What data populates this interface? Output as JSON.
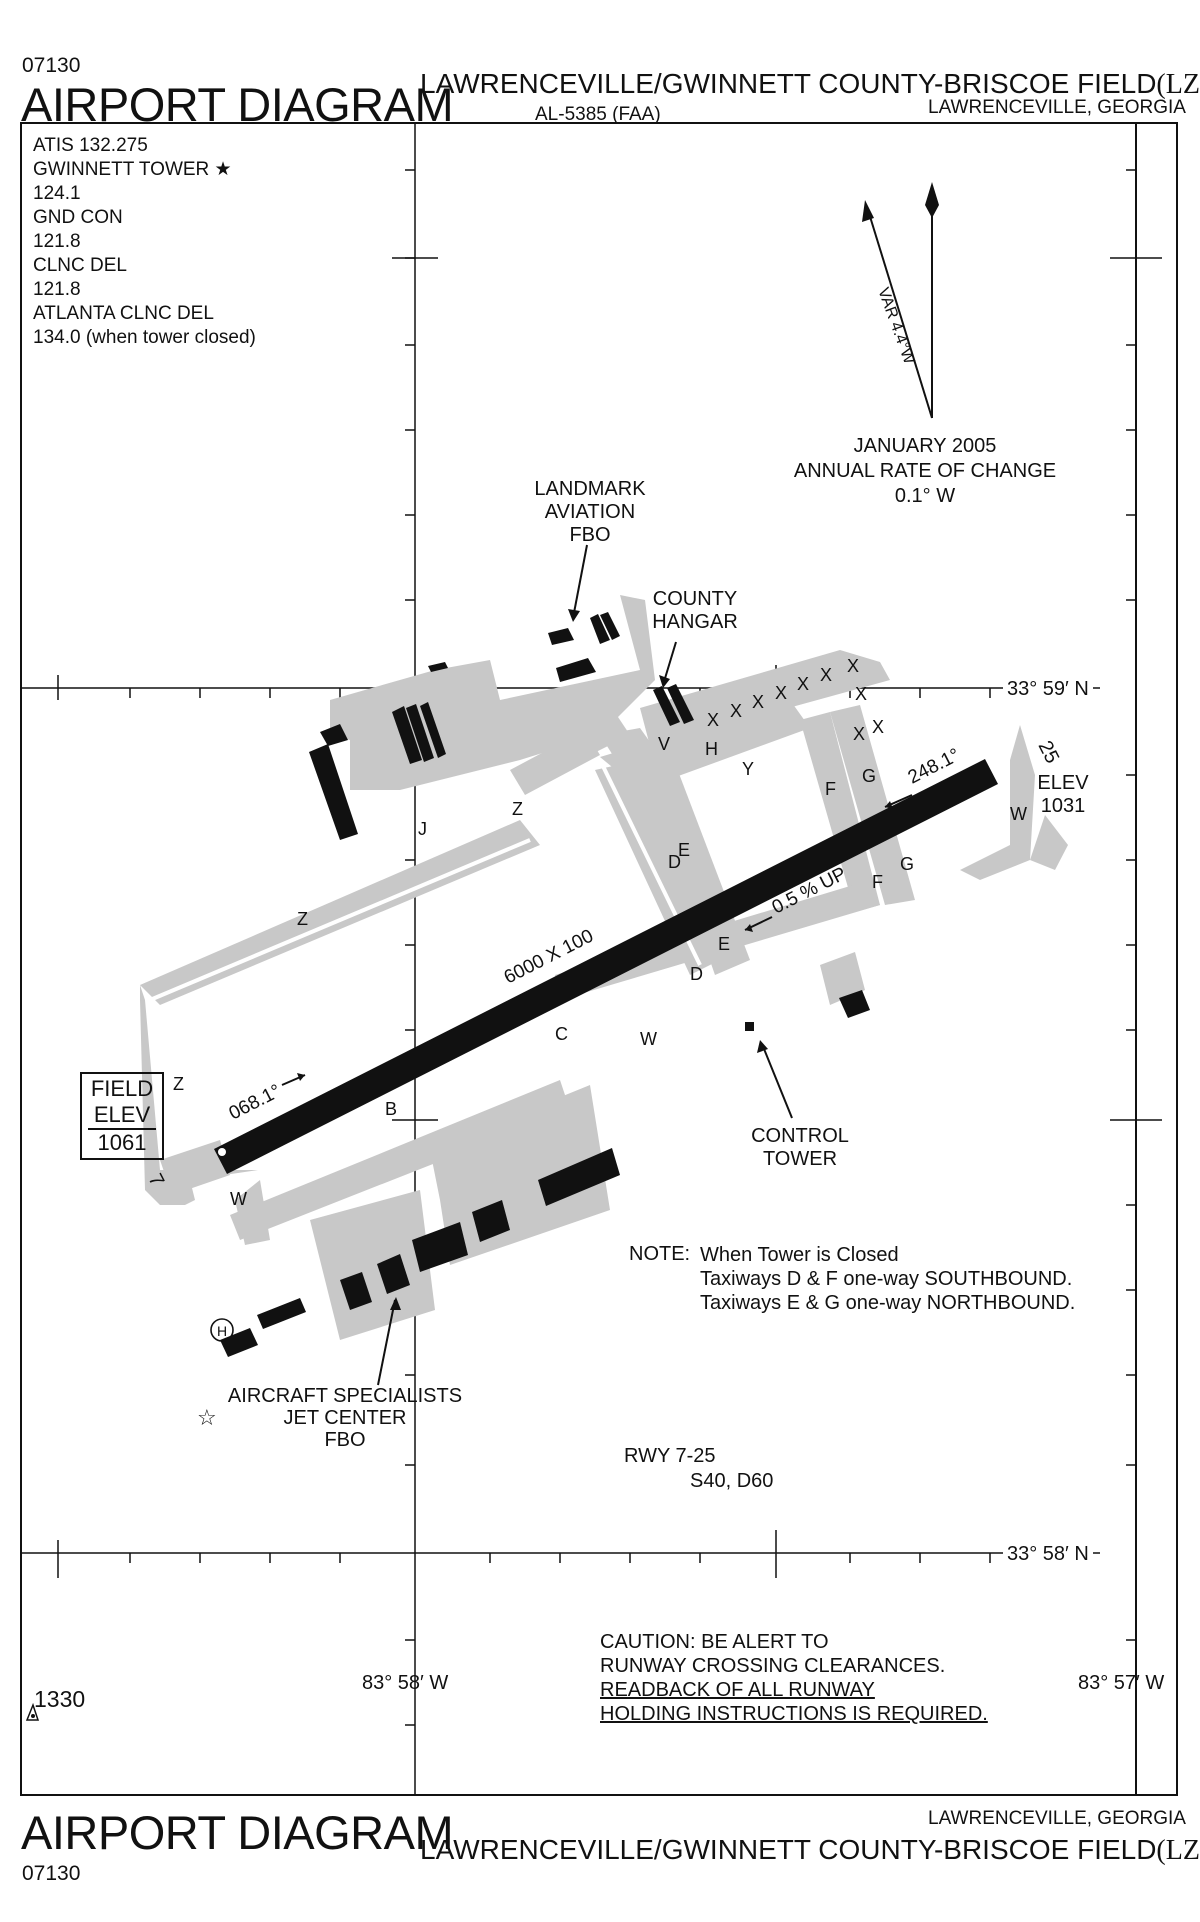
{
  "header": {
    "code": "07130",
    "title": "AIRPORT DIAGRAM",
    "airport_name": "LAWRENCEVILLE/GWINNETT COUNTY-BRISCOE FIELD",
    "airport_id": "(LZU)",
    "doc_number": "AL-5385 (FAA)",
    "city_state": "LAWRENCEVILLE, GEORGIA"
  },
  "frequencies": [
    "ATIS 132.275",
    "GWINNETT TOWER ★",
    "124.1",
    "GND CON",
    "121.8",
    "CLNC DEL",
    "121.8",
    "ATLANTA CLNC DEL",
    "134.0 (when tower closed)"
  ],
  "magnetic": {
    "variation": "VAR 4.4°W",
    "line1": "JANUARY 2005",
    "line2": "ANNUAL RATE OF CHANGE",
    "line3": "0.1° W"
  },
  "facilities": {
    "landmark": [
      "LANDMARK",
      "AVIATION",
      "FBO"
    ],
    "county": [
      "COUNTY",
      "HANGAR"
    ],
    "tower": [
      "CONTROL",
      "TOWER"
    ],
    "specialists": [
      "AIRCRAFT SPECIALISTS",
      "JET CENTER",
      "FBO"
    ]
  },
  "runway": {
    "dimensions": "6000 X 100",
    "heading_west_end": "068.1°",
    "heading_east_end": "248.1°",
    "gradient": "0.5 % UP",
    "end_west": "7",
    "end_east": "25",
    "elev_east_label": "ELEV",
    "elev_east_value": "1031",
    "field_elev": [
      "FIELD",
      "ELEV",
      "1061"
    ]
  },
  "taxiways": {
    "Z": "Z",
    "J": "J",
    "V": "V",
    "H": "H",
    "Y": "Y",
    "F": "F",
    "G": "G",
    "W": "W",
    "D": "D",
    "E": "E",
    "C": "C",
    "B": "B",
    "X": "X"
  },
  "coordinates": {
    "lat_north": "33° 59′ N",
    "lat_south": "33° 58′ N",
    "lon_west": "83° 58′ W",
    "lon_east": "83° 57′ W"
  },
  "note": {
    "label": "NOTE:",
    "lines": [
      "When Tower is Closed",
      "Taxiways D & F one-way SOUTHBOUND.",
      "Taxiways E & G one-way NORTHBOUND."
    ]
  },
  "runway_strength": {
    "line1": "RWY 7-25",
    "line2": "S40, D60"
  },
  "caution": {
    "lines": [
      "CAUTION: BE ALERT TO",
      "RUNWAY CROSSING CLEARANCES."
    ],
    "underlined": [
      "READBACK OF ALL RUNWAY",
      "HOLDING INSTRUCTIONS IS REQUIRED."
    ]
  },
  "obstacle": {
    "height": "1330"
  },
  "helipad": {
    "symbol": "H"
  },
  "footer": {
    "title": "AIRPORT DIAGRAM",
    "code": "07130",
    "city_state": "LAWRENCEVILLE, GEORGIA",
    "airport_name": "LAWRENCEVILLE/GWINNETT COUNTY-BRISCOE FIELD",
    "airport_id": "(LZU)"
  }
}
